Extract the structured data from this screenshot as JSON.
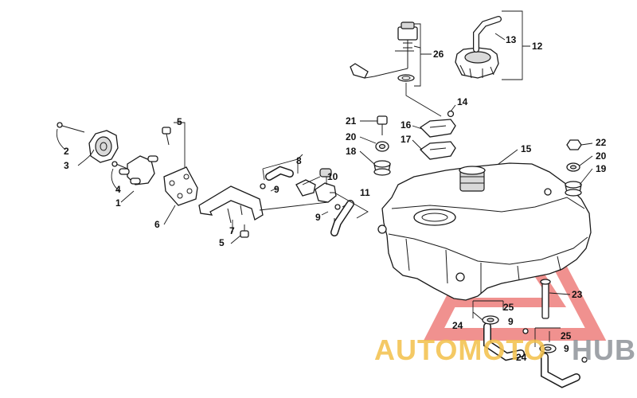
{
  "diagram": {
    "part_labels": [
      "1",
      "2",
      "3",
      "4",
      "5",
      "6",
      "7",
      "5",
      "8",
      "9",
      "10",
      "11",
      "9",
      "12",
      "13",
      "14",
      "15",
      "16",
      "17",
      "18",
      "19",
      "20",
      "21",
      "20",
      "22",
      "23",
      "24",
      "24",
      "25",
      "25",
      "9",
      "9",
      "26"
    ]
  },
  "watermark": {
    "brand_left": "AUTOMOTO",
    "brand_right": "HUB",
    "colors": {
      "accent": "#e53935",
      "gold": "#f3c04a",
      "gray": "#8f9399"
    }
  }
}
